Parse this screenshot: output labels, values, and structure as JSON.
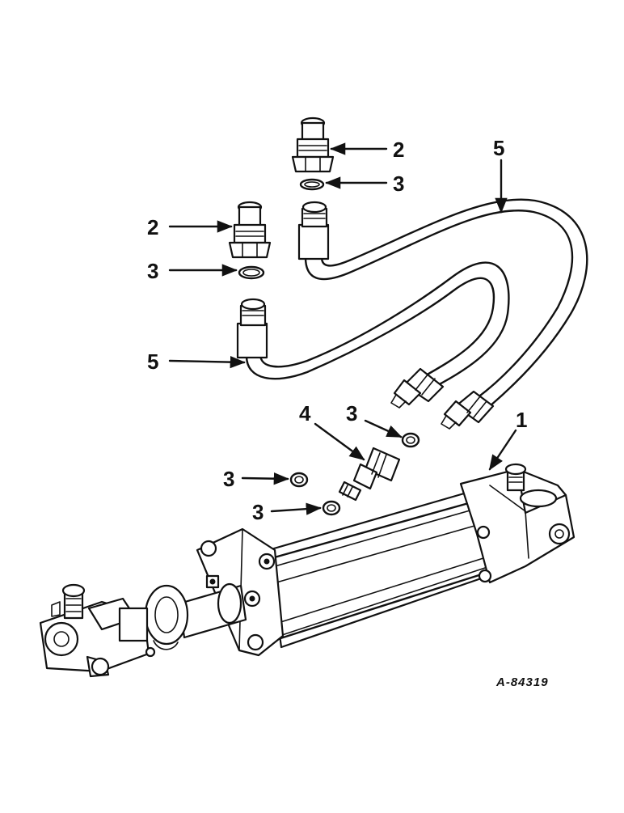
{
  "callouts": [
    {
      "id": "label-2-top",
      "text": "2"
    },
    {
      "id": "label-3-top",
      "text": "3"
    },
    {
      "id": "label-5-top",
      "text": "5"
    },
    {
      "id": "label-2-left",
      "text": "2"
    },
    {
      "id": "label-3-left",
      "text": "3"
    },
    {
      "id": "label-5-left",
      "text": "5"
    },
    {
      "id": "label-4",
      "text": "4"
    },
    {
      "id": "label-3-mid",
      "text": "3"
    },
    {
      "id": "label-1",
      "text": "1"
    },
    {
      "id": "label-3-low1",
      "text": "3"
    },
    {
      "id": "label-3-low2",
      "text": "3"
    }
  ],
  "reference_number": "A-84319"
}
